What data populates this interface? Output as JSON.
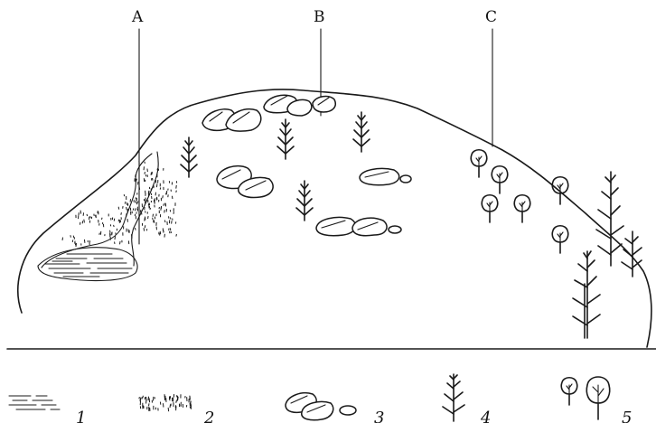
{
  "diagram": {
    "zone_labels": [
      {
        "id": "A",
        "text": "A"
      },
      {
        "id": "B",
        "text": "B"
      },
      {
        "id": "C",
        "text": "C"
      }
    ],
    "legend": [
      {
        "num": "1",
        "icon": "mire-hatch-icon"
      },
      {
        "num": "2",
        "icon": "stipple-grass-icon"
      },
      {
        "num": "3",
        "icon": "boulders-icon"
      },
      {
        "num": "4",
        "icon": "conifer-tree-icon"
      },
      {
        "num": "5",
        "icon": "deciduous-trees-icon"
      }
    ]
  }
}
